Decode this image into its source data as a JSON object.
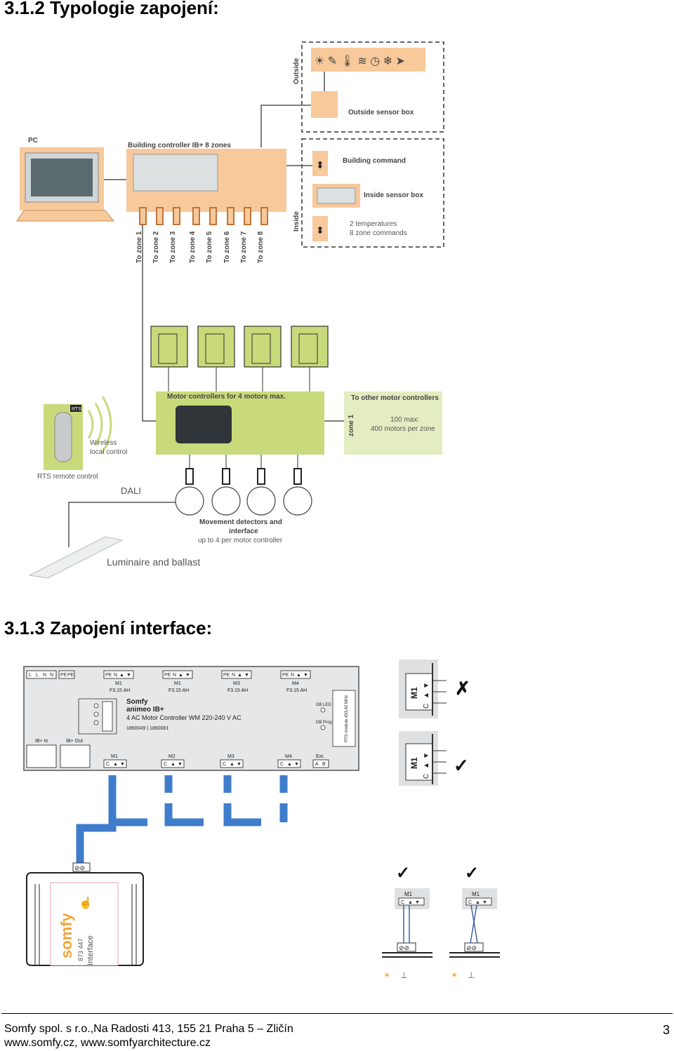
{
  "headings": {
    "topology": "3.1.2 Typologie zapojení:",
    "interface": "3.1.3 Zapojení interface:"
  },
  "topology_diagram": {
    "outside": {
      "side_label": "Outside",
      "sensor_box_label": "Outside sensor box"
    },
    "inside": {
      "side_label": "Inside",
      "building_command": "Building command",
      "inside_sensor_box": "Inside sensor box",
      "note_line1": "2 temperatures",
      "note_line2": "8 zone commands"
    },
    "pc_label": "PC",
    "controller_label": "Building controller IB+ 8 zones",
    "zones": [
      "To zone 1",
      "To zone 2",
      "To zone 3",
      "To zone 4",
      "To zone 5",
      "To zone 6",
      "To zone 7",
      "To zone 8"
    ],
    "motor_controllers_label": "Motor controllers for 4 motors max.",
    "other_controllers": {
      "title": "To other motor controllers",
      "zone": "zone 1",
      "line1": "100 max:",
      "line2": "400 motors per zone"
    },
    "wireless_line1": "Wireless",
    "wireless_line2": "local control",
    "rts_label": "RTS remote control",
    "rts_badge": "RTS",
    "dali": "DALI",
    "detectors_line1": "Movement detectors and",
    "detectors_line2": "interface",
    "detectors_line3": "up to 4 per motor controller",
    "luminaire": "Luminaire and ballast"
  },
  "interface_diagram": {
    "top_terminals": [
      "L",
      "L",
      "N",
      "N",
      "PE",
      "PE"
    ],
    "fuse_groups": [
      {
        "pins": [
          "PE",
          "N",
          "▲",
          "▼"
        ],
        "motor": "M1",
        "fuse": "F3.15 AH"
      },
      {
        "pins": [
          "PE",
          "N",
          "▲",
          "▼"
        ],
        "motor": "M1",
        "fuse": "F3.15 AH"
      },
      {
        "pins": [
          "PE",
          "N",
          "▲",
          "▼"
        ],
        "motor": "M3",
        "fuse": "F3.15 AH"
      },
      {
        "pins": [
          "PE",
          "N",
          "▲",
          "▼"
        ],
        "motor": "M4",
        "fuse": "F3.15 AH"
      }
    ],
    "brand": "Somfy",
    "model": "animeo IB+",
    "description": "4 AC Motor Controller WM 220-240 V AC",
    "part_numbers": "1860049 | 1860081",
    "db_led": "DB LED",
    "db_prog": "DB Prog",
    "module_text": "RTS module 433,42 MHz",
    "ib_in": "IB+ In",
    "ib_out": "IB+ Out",
    "bottom_groups": [
      "M1",
      "M2",
      "M3",
      "M4",
      "Ext."
    ],
    "bottom_pins": [
      "C",
      "▲",
      "▼"
    ],
    "ext_pins": [
      "A",
      "B"
    ],
    "module_brand": "somfy",
    "module_code": "873 447",
    "module_name": "Interface",
    "motor_label": "M1",
    "motor_pins": [
      "C",
      "▲",
      "▼"
    ]
  },
  "footer": {
    "line1": "Somfy spol. s r.o.,Na Radosti 413, 155 21 Praha 5 – Zličín",
    "line2": "www.somfy.cz, www.somfyarchitecture.cz",
    "page_number": "3"
  },
  "colors": {
    "peach": "#f7c99b",
    "lime": "#c9da7a",
    "wire_blue": "#3f7ccc"
  }
}
